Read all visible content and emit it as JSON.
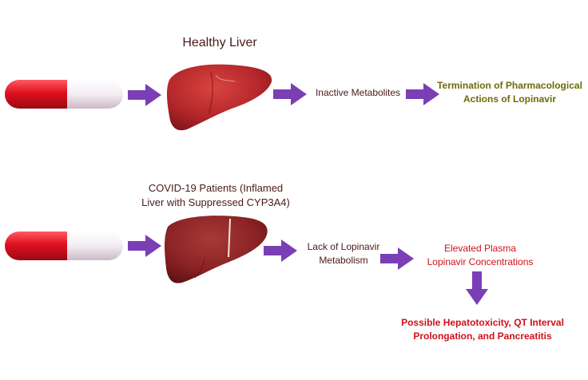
{
  "colors": {
    "arrow": "#7a3fb5",
    "capsule_red": "#e01020",
    "capsule_white": "#f2eef2",
    "liver": "#b3262a",
    "text_dark": "#4a1a1a",
    "text_olive": "#6b6b0a",
    "text_red": "#d0101a"
  },
  "row1": {
    "title": "Healthy Liver",
    "step1": "Inactive Metabolites",
    "outcome_line1": "Termination of Pharmacological",
    "outcome_line2": "Actions of Lopinavir"
  },
  "row2": {
    "title_line1": "COVID-19 Patients (Inflamed",
    "title_line2": "Liver with Suppressed CYP3A4)",
    "step1_line1": "Lack of Lopinavir",
    "step1_line2": "Metabolism",
    "step2_line1": "Elevated Plasma",
    "step2_line2": "Lopinavir Concentrations",
    "outcome_line1": "Possible Hepatotoxicity, QT Interval",
    "outcome_line2": "Prolongation, and Pancreatitis"
  }
}
